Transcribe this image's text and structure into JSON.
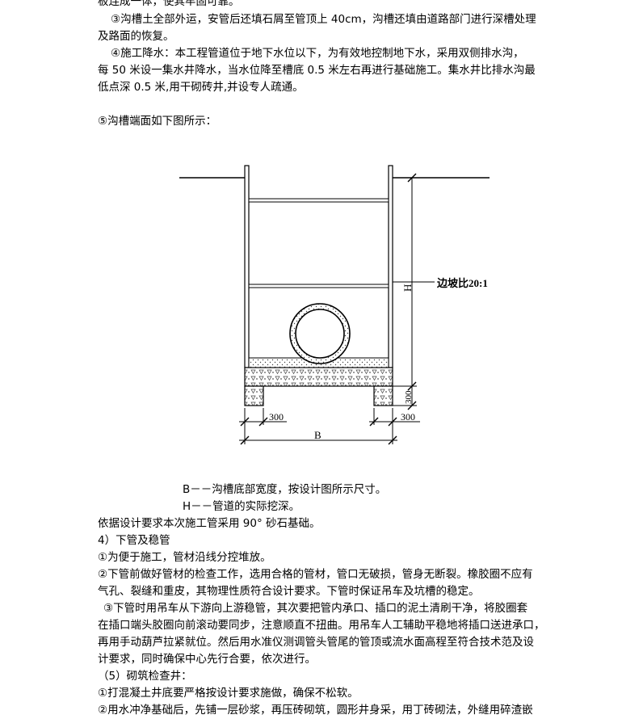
{
  "text_top": [
    "板连成一体，使其牢固可靠。",
    "③沟槽土全部外运，安管后还填石屑至管顶上 40cm，沟槽还填由道路部门进行深槽处理",
    "及路面的恢复。",
    "④施工降水：本工程管道位于地下水位以下，为有效地控制地下水，采用双侧排水沟，",
    "每 50 米设一集水井降水，当水位降至槽底 0.5 米左右再进行基础施工。集水井比排水沟最",
    "低点深 0.5 米,用干砌砖井,并设专人疏通。",
    "⑤沟槽端面如下图所示："
  ],
  "figure": {
    "slope_label": "边坡比20:1",
    "h_label": "H",
    "b_label": "B",
    "dim_300_left": "300",
    "dim_300_right": "300",
    "dim_300_vertical": "300"
  },
  "text_bottom": [
    "B－－沟槽底部宽度，按设计图所示尺寸。",
    "H－－管道的实际挖深。",
    "依据设计要求本次施工管采用 90° 砂石基础。",
    "4）下管及稳管",
    "①为便于施工，管材沿线分控堆放。",
    "②下管前做好管材的检查工作，选用合格的管材，管口无破损，管身无断裂。橡胶圈不应有",
    "气孔、裂缝和重皮，其物理性质符合设计要求。下管时保证吊车及坑槽的稳定。",
    "③下管时用吊车从下游向上游稳管，其次要把管内承口、插口的泥土清刷干净，将胶圈套",
    "在插口端头胶圈向前滚动要同步，注意顺直不扭曲。用吊车人工辅助平稳地将插口送进承口，",
    "再用手动葫芦拉紧就位。然后用水准仪测调管头管尾的管顶或流水面高程至符合技术范及设",
    "计要求，同时确保中心先行合要，依次进行。",
    "（5）砌筑检查井：",
    "①打混凝土井底要严格按设计要求施做，确保不松软。",
    "②用水冲净基础后，先铺一层砂浆，再压砖砌筑，圆形井身采，用丁砖砌法，外缝用碎渣嵌"
  ]
}
